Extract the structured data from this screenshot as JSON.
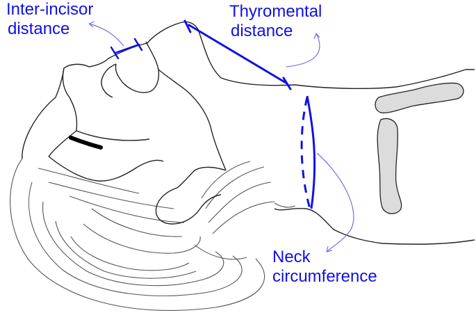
{
  "colors": {
    "outline": "#222222",
    "hair": "#555555",
    "annotation": "#1010e6",
    "leader": "#7070ee",
    "spine_fill": "#dcdcdc",
    "eyebrow": "#000000",
    "background": "#ffffff"
  },
  "labels": {
    "inter_incisor": {
      "line1": "Inter-incisor",
      "line2": "distance"
    },
    "thyromental": {
      "line1": "Thyromental",
      "line2": "distance"
    },
    "neck": {
      "line1": "Neck",
      "line2": "circumference"
    }
  }
}
